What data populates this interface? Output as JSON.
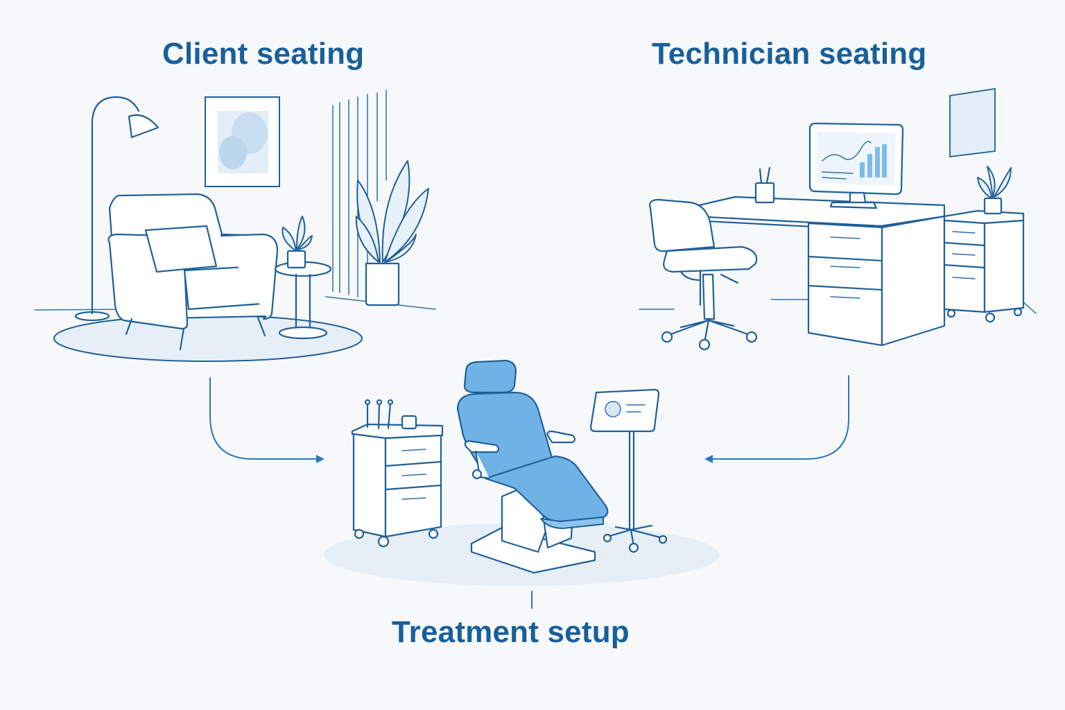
{
  "labels": {
    "client": "Client seating",
    "technician": "Technician seating",
    "treatment": "Treatment setup"
  },
  "colors": {
    "label": "#185f9c",
    "line": "#1f5f99",
    "accent": "#6fb3e6",
    "arrow": "#2a78bf",
    "background": "#f6f8fa"
  }
}
